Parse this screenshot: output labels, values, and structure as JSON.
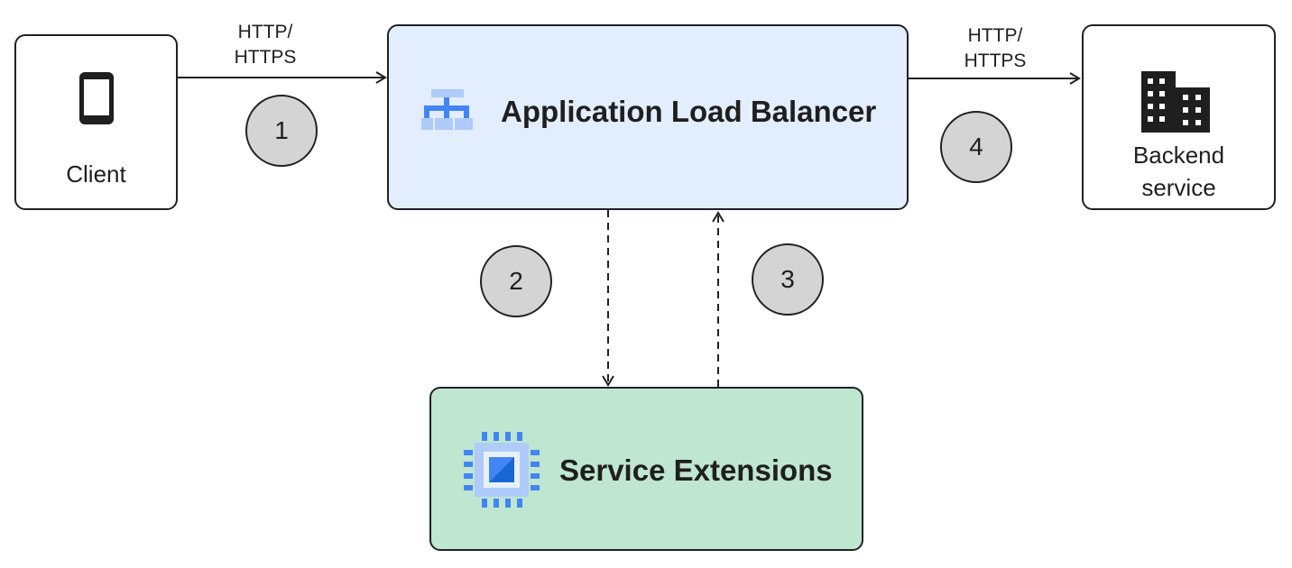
{
  "client": {
    "label": "Client",
    "icon": "mobile-phone-icon"
  },
  "load_balancer": {
    "title": "Application Load Balancer",
    "icon": "load-balancer-icon"
  },
  "backend": {
    "label_line1": "Backend",
    "label_line2": "service",
    "icon": "building-icon"
  },
  "service_extensions": {
    "title": "Service Extensions",
    "icon": "processor-chip-icon"
  },
  "connections": {
    "client_to_lb": {
      "line1": "HTTP/",
      "line2": "HTTPS"
    },
    "lb_to_backend": {
      "line1": "HTTP/",
      "line2": "HTTPS"
    }
  },
  "steps": [
    "1",
    "2",
    "3",
    "4"
  ],
  "colors": {
    "load_balancer_fill": "#e2edfd",
    "service_extensions_fill": "#bfe6d0",
    "step_circle_fill": "#d4d4d4",
    "icon_blue": "#4285f4",
    "icon_light_blue": "#aecbfa"
  }
}
